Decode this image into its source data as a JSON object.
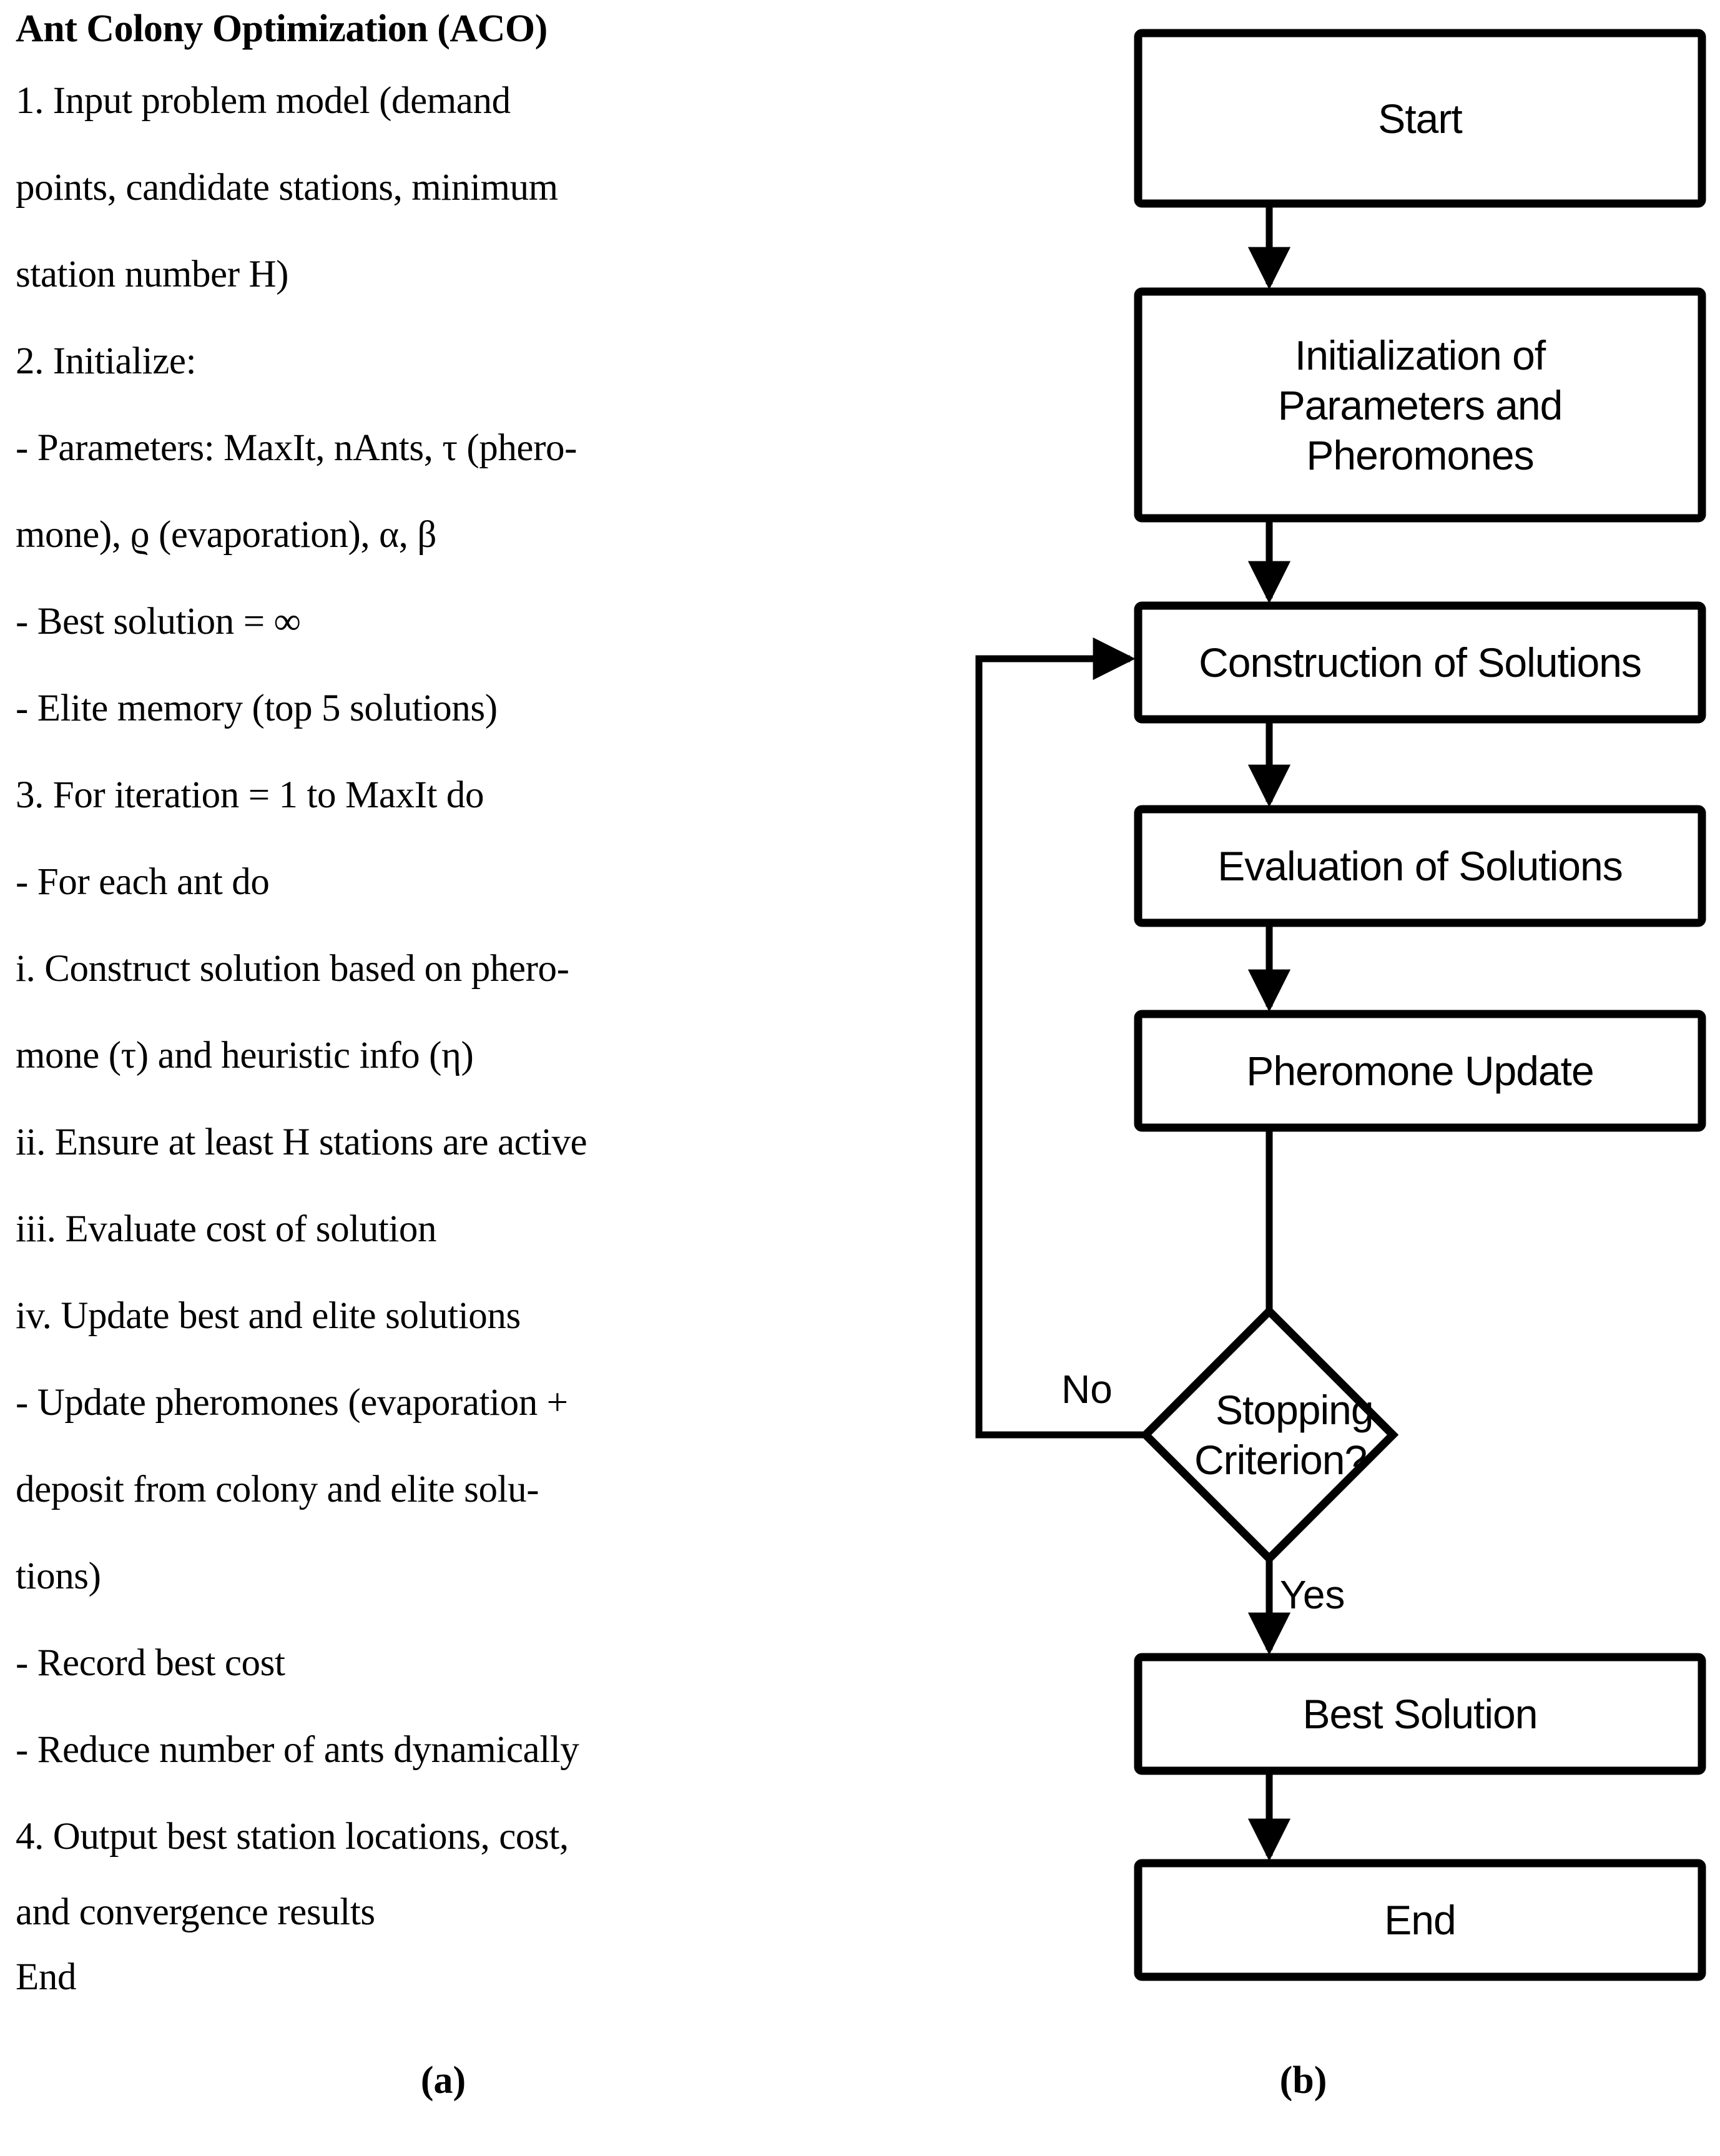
{
  "pseudocode": {
    "title": "Ant Colony Optimization (ACO)",
    "lines": [
      "1. Input problem model (demand",
      "points, candidate stations, minimum",
      "station number H)",
      "2. Initialize:",
      "- Parameters: MaxIt, nAnts, τ (phero-",
      "mone), ϱ (evaporation), α, β",
      "- Best solution = ∞",
      "- Elite memory (top 5 solutions)",
      "3. For iteration = 1 to MaxIt do",
      "- For each ant do",
      "i. Construct solution based on phero-",
      "mone (τ) and heuristic info (η)",
      "ii. Ensure at least H stations are active",
      "iii. Evaluate cost of solution",
      "iv. Update best and elite solutions",
      "- Update pheromones (evaporation +",
      "deposit from colony and elite solu-",
      "tions)",
      "- Record best cost",
      "- Reduce number of ants dynamically",
      "4. Output best station locations, cost,",
      "and convergence results",
      "End"
    ],
    "caption": "(a)"
  },
  "flowchart": {
    "caption": "(b)",
    "nodes": [
      {
        "id": "start",
        "label": "Start",
        "shape": "rect"
      },
      {
        "id": "init",
        "label": "Initialization of\nParameters and\nPheromones",
        "shape": "rect"
      },
      {
        "id": "construction",
        "label": "Construction of Solutions",
        "shape": "rect"
      },
      {
        "id": "evaluation",
        "label": "Evaluation of Solutions",
        "shape": "rect"
      },
      {
        "id": "pheromone",
        "label": "Pheromone Update",
        "shape": "rect"
      },
      {
        "id": "stopping",
        "label": "Stopping\nCriterion?",
        "shape": "diamond"
      },
      {
        "id": "best-solution",
        "label": "Best Solution",
        "shape": "rect"
      },
      {
        "id": "end",
        "label": "End",
        "shape": "rect"
      }
    ],
    "node_labels": {
      "start": "Start",
      "init_line1": "Initialization of",
      "init_line2": "Parameters and",
      "init_line3": "Pheromones",
      "construction": "Construction of Solutions",
      "evaluation": "Evaluation of Solutions",
      "pheromone": "Pheromone Update",
      "stopping_line1": "Stopping",
      "stopping_line2": "Criterion?",
      "best_solution": "Best Solution",
      "end": "End"
    },
    "edge_labels": {
      "no": "No",
      "yes": "Yes"
    },
    "colors": {
      "stroke": "#000000",
      "fill": "#ffffff",
      "background": "#ffffff"
    }
  }
}
